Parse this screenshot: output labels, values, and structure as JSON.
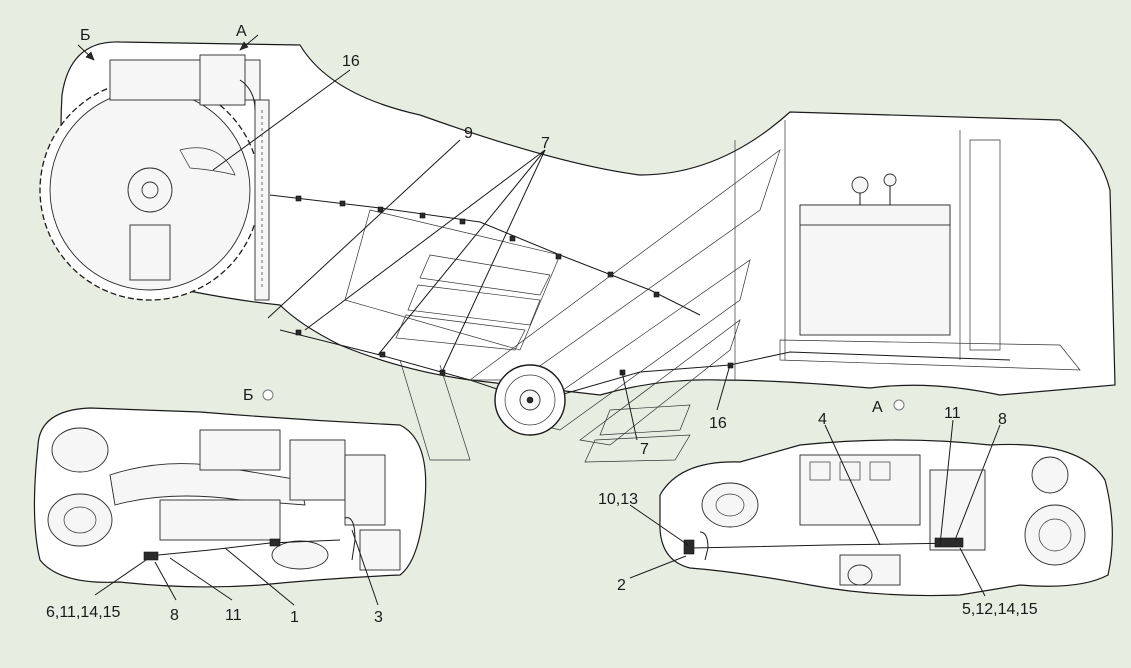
{
  "view_labels": {
    "b": "Б",
    "a": "А"
  },
  "callouts": {
    "c16_top": "16",
    "c9": "9",
    "c7_top": "7",
    "c16_mid": "16",
    "c7_mid": "7",
    "c4": "4",
    "c11_right": "11",
    "c8_right": "8",
    "c10_13": "10,13",
    "c2": "2",
    "c5_12_14_15": "5,12,14,15",
    "c6_11_14_15": "6,11,14,15",
    "c8_left": "8",
    "c11_left": "11",
    "c1": "1",
    "c3": "3"
  },
  "colors": {
    "background": "#e8ede2",
    "line": "#1a1a1a",
    "panel": "#ffffff"
  }
}
